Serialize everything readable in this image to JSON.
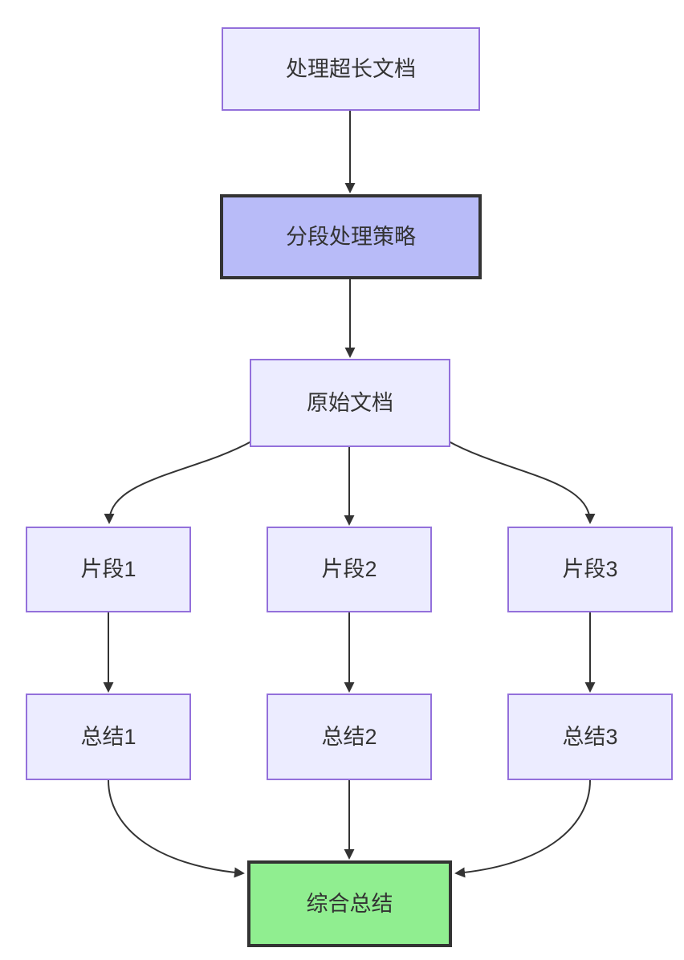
{
  "diagram_type": "flowchart-top-down",
  "colors": {
    "background": "#FFFFFF",
    "node_fill": "#ECECFF",
    "node_border": "#9370DB",
    "strategy_node_fill": "#B8BBF8",
    "strategy_node_border": "#333333",
    "final_node_fill": "#90EE90",
    "final_node_border": "#333333",
    "edge_stroke": "#333333",
    "text": "#333333"
  },
  "nodes": {
    "start": {
      "label": "处理超长文档"
    },
    "strategy": {
      "label": "分段处理策略"
    },
    "source_doc": {
      "label": "原始文档"
    },
    "segment1": {
      "label": "片段1"
    },
    "segment2": {
      "label": "片段2"
    },
    "segment3": {
      "label": "片段3"
    },
    "summary1": {
      "label": "总结1"
    },
    "summary2": {
      "label": "总结2"
    },
    "summary3": {
      "label": "总结3"
    },
    "final_summary": {
      "label": "综合总结"
    }
  },
  "edges": [
    {
      "from": "处理超长文档",
      "to": "分段处理策略"
    },
    {
      "from": "分段处理策略",
      "to": "原始文档"
    },
    {
      "from": "原始文档",
      "to": "片段1"
    },
    {
      "from": "原始文档",
      "to": "片段2"
    },
    {
      "from": "原始文档",
      "to": "片段3"
    },
    {
      "from": "片段1",
      "to": "总结1"
    },
    {
      "from": "片段2",
      "to": "总结2"
    },
    {
      "from": "片段3",
      "to": "总结3"
    },
    {
      "from": "总结1",
      "to": "综合总结"
    },
    {
      "from": "总结2",
      "to": "综合总结"
    },
    {
      "from": "总结3",
      "to": "综合总结"
    }
  ]
}
